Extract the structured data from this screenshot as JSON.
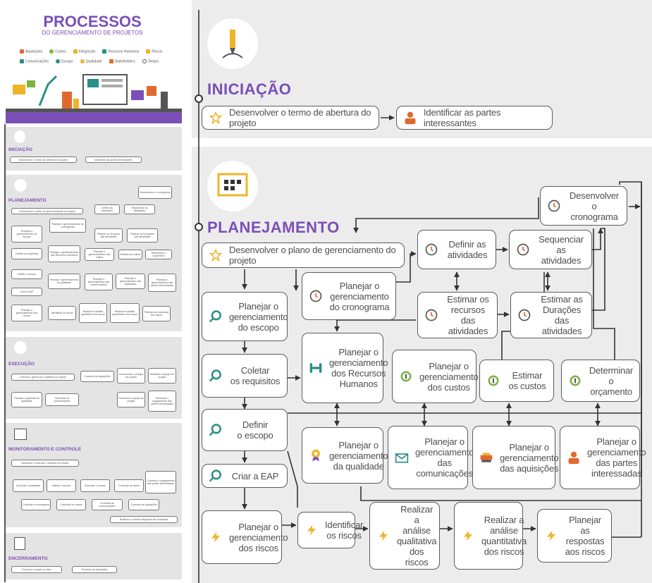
{
  "thumb": {
    "title": "PROCESSOS",
    "subtitle": "DO GERENCIAMENTO DE PROJETOS",
    "legend": [
      "Aquisições",
      "Custos",
      "Integração",
      "Recursos Humanos",
      "Riscos",
      "Comunicações",
      "Escopo",
      "Qualidade",
      "Stakeholders",
      "Tempo"
    ],
    "sections": {
      "iniciacao": "INICIAÇÃO",
      "planejamento": "PLANEJAMENTO",
      "execucao": "EXECUÇÃO",
      "monitoramento": "MONITORAMENTO E CONTROLE",
      "encerramento": "ENCERRAMENTO"
    },
    "iniciacao_boxes": [
      "Desenvolver o termo de abertura do projeto",
      "Identificar as partes interessantes"
    ],
    "planejamento_boxes": [
      "Desenvolver o plano de gerenciamento do projeto",
      "Definir as atividades",
      "Sequenciar as atividades",
      "Desenvolver o cronograma",
      "Planejar o gerenciamento do escopo",
      "Planejar o gerenciamento do cronograma",
      "Estimar os recursos das atividades",
      "Estimar as Durações das atividades",
      "Coletar os requisitos",
      "Planejar o gerenciamento dos Recursos Humanos",
      "Planejar o gerenciamento dos custos",
      "Estimar os custos",
      "Determinar o orçamento",
      "Definir o escopo",
      "Planejar o gerenciamento da qualidade",
      "Planejar o gerenciamento das comunicações",
      "Planejar o gerenciamento das aquisições",
      "Planejar o gerenciamento das partes interessadas",
      "Criar a EAP",
      "Planejar o gerenciamento dos riscos",
      "Identificar os riscos",
      "Realizar a análise qualitativa dos riscos",
      "Realizar a análise quantitativa dos riscos",
      "Planejar as respostas aos riscos"
    ],
    "execucao_boxes": [
      "Orientar e gerenciar o trabalho do projeto",
      "Conduzir as aquisições",
      "Desenvolver a equipe do projeto",
      "Mobilizar a equipe do projeto",
      "Realizar a garantia da qualidade",
      "Gerenciar as comunicações",
      "Gerenciar a equipe do projeto",
      "Gerenciar o engajamento das partes interessadas"
    ],
    "monitoramento_boxes": [
      "Monitorar e controlar o trabalho do projeto",
      "Controlar a qualidade",
      "Validar o escopo",
      "Controlar o escopo",
      "Controlar os riscos",
      "Controlar o engajamento das partes interessadas",
      "Controlar o cronograma",
      "Controlar os custos",
      "Controlar as comunicações",
      "Controlar as aquisições",
      "Realizar o controle integrado de mudanças"
    ],
    "encerramento_boxes": [
      "Encerrar o projeto ou fase",
      "Encerrar as aquisições"
    ]
  },
  "zoom": {
    "iniciacao": {
      "title": "INICIAÇÃO",
      "boxes": [
        "Desenvolver o termo de abertura do projeto",
        "Identificar as partes interessantes"
      ]
    },
    "planejamento": {
      "title": "PLANEJAMENTO",
      "plano": "Desenvolver o plano de gerenciamento do projeto",
      "cronograma": "Desenvolver\no cronograma",
      "definir_ativ": "Definir as\natividades",
      "sequenciar": "Sequenciar as\natividades",
      "plan_cronograma": "Planejar o\ngerenciamento\ndo cronograma",
      "estimar_rec": "Estimar os\nrecursos das\natividades",
      "estimar_dur": "Estimar as\nDurações das\natividades",
      "plan_escopo": "Planejar o\ngerenciamento\ndo escopo",
      "plan_rh": "Planejar o\ngerenciamento\ndos Recursos\nHumanos",
      "plan_custos": "Planejar o\ngerenciamento\ndos custos",
      "estimar_custos": "Estimar\nos custos",
      "orcamento": "Determinar\no orçamento",
      "coletar": "Coletar\nos requisitos",
      "definir_escopo": "Definir\no escopo",
      "plan_qualidade": "Planejar o\ngerenciamento\nda qualidade",
      "plan_comunicacoes": "Planejar o\ngerenciamento\ndas\ncomunicações",
      "plan_aquisicoes": "Planejar o\ngerenciamento\ndas aquisições",
      "plan_partes": "Planejar o\ngerenciamento\ndas partes\ninteressadas",
      "criar_eap": "Criar a EAP",
      "plan_riscos": "Planejar o\ngerenciamento\ndos riscos",
      "identificar": "Identificar\nos riscos",
      "qualitativa": "Realizar a\nanálise\nqualitativa\ndos riscos",
      "quantitativa": "Realizar a\nanálise\nquantitativa\ndos riscos",
      "respostas": "Planejar as\nrespostas\naos riscos"
    }
  },
  "colors": {
    "purple": "#7a4fb8",
    "teal": "#2a8f86",
    "yellow": "#f0b429",
    "orange": "#e06a2e",
    "green": "#7cb342",
    "gray_panel": "#ececec"
  }
}
